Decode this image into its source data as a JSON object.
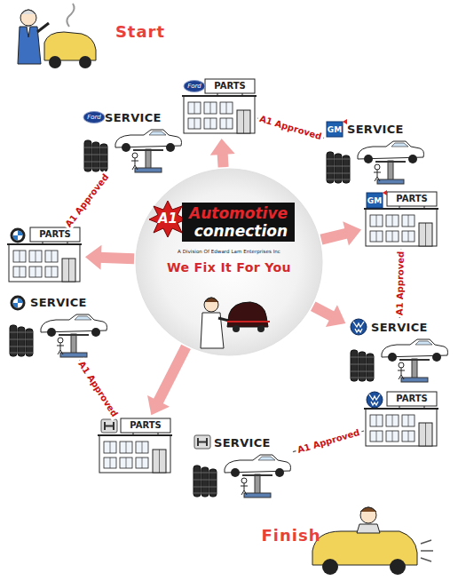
{
  "diagram": {
    "nodes": [
      {
        "text": [
          "PARTS"
        ]
      },
      {
        "text": [
          "SERVICE"
        ]
      },
      {
        "text": [
          "SERVICE"
        ]
      },
      {
        "text": [
          "PARTS"
        ]
      },
      {
        "text": [
          "Automotive connection",
          "A Division Of Edward Lam Enterprises Inc",
          "We Fix It For You"
        ]
      },
      {
        "text": [
          "PARTS"
        ]
      },
      {
        "text": [
          "SERVICE"
        ]
      },
      {
        "text": [
          "SERVICE"
        ]
      },
      {
        "text": [
          "PARTS"
        ]
      },
      {
        "text": [
          "PARTS"
        ]
      },
      {
        "text": [
          "SERVICE"
        ]
      }
    ],
    "edges": [
      {
        "from": 0,
        "to": 2,
        "label": "A1 Approved",
        "arrow": "none"
      },
      {
        "from": 3,
        "to": 7,
        "label": "A1 Approved",
        "arrow": "none"
      },
      {
        "from": 8,
        "to": 10,
        "label": "A1 Approved",
        "arrow": "none"
      },
      {
        "from": 9,
        "to": 6,
        "label": "A1 Approved",
        "arrow": "none"
      },
      {
        "from": 5,
        "to": 1,
        "label": "A1 Approved",
        "arrow": "none"
      },
      {
        "from": 4,
        "to": 0,
        "arrow": "to"
      },
      {
        "from": 4,
        "to": 3,
        "arrow": "to"
      },
      {
        "from": 4,
        "to": 7,
        "arrow": "to"
      },
      {
        "from": 4,
        "to": 9,
        "arrow": "to"
      },
      {
        "from": 4,
        "to": 5,
        "arrow": "to"
      }
    ],
    "labels": [
      "Start",
      "Ford",
      "Ford",
      "GM",
      "GM",
      "A1",
      "Finish"
    ]
  }
}
